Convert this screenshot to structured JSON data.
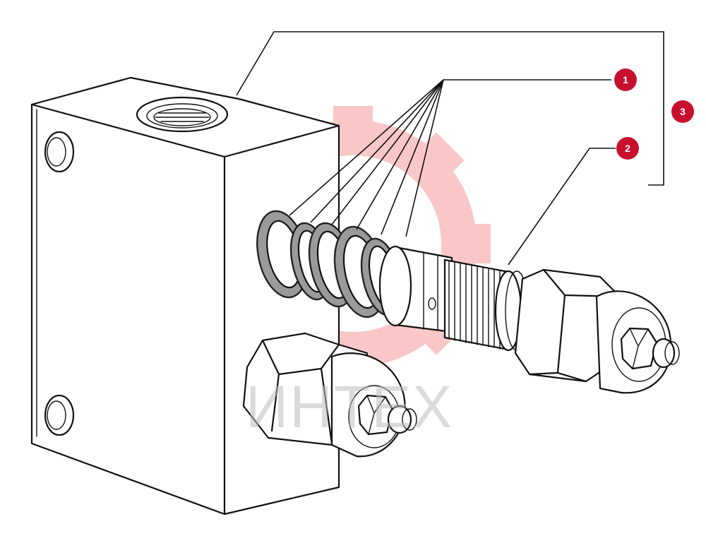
{
  "callouts": [
    {
      "label": "1",
      "color": "#c8102e"
    },
    {
      "label": "2",
      "color": "#c8102e"
    },
    {
      "label": "3",
      "color": "#c8102e"
    }
  ],
  "watermark": {
    "text": "ИНТЕХ",
    "gear_color": "#f7b5b5"
  }
}
